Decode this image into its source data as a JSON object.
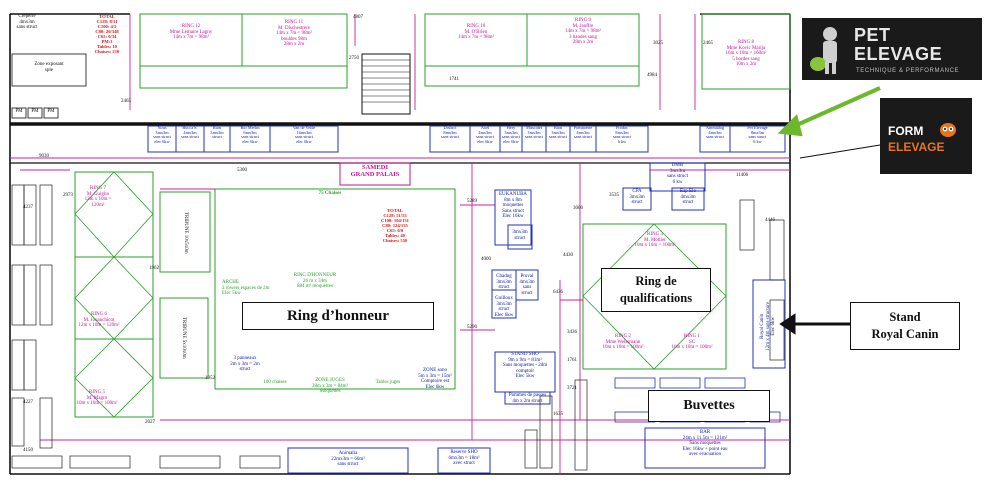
{
  "callouts": {
    "ring_honneur": "Ring d’honneur",
    "ring_qualifications": "Ring de\nqualifications",
    "buvettes": "Buvettes",
    "stand_royal_canin": "Stand\nRoyal Canin"
  },
  "logos": {
    "pet_elevage_main": "PET ELEVAGE",
    "pet_elevage_tagline": "TECHNIQUE & PERFORMANCE",
    "form_elevage_line1": "FORM",
    "form_elevage_line2": "ELEVAGE"
  },
  "plan": {
    "samedi": "SAMEDI\nGRAND PALAIS",
    "zone_exposant": "Zone exposant\nsple",
    "top_left_totals": "TOTAL\nC128: 8/11\nC100: 4/5\nC80: 20/348\nC65: 0/34\nPM:3\nTables: 10\nChaises: 210",
    "center_totals": "TOTAL\nC128: 51/53\nC100: 104/131\nC80: 124/155\nC65: 0/0\nTables: 40\nChaises: 550",
    "top_left_stand": "Créperie\n4mx3m\nsans struct",
    "ring12": "RING 12\nMme Lemaire Lagny\n14m x 7m = 98m²",
    "ring11": "RING 11\nM. Dischestrere\n14m x 7m = 98m²\nbouldes 98m\n28m x 2m",
    "ring10": "RING 10\nM. O'Brien\n14m x 7m = 98m²",
    "ring9": "RING 9\nM. Jauffre\n14m x 7m = 98m²\n3 bandes sang\n28m x 2m",
    "ring8": "RING 8\nMme Kovic Marija\n16m x 10m = 160m²\n5 bordes sang\n10m x 2m",
    "ring7": "RING 7\nM. Guiglio\n12m x 10m = 120m²",
    "ring6": "RING 6\nM. Jouanchicot\n12m x 10m = 120m²",
    "ring5": "RING 5\nM. Magro\n10m x 10m = 100m²",
    "ring3": "RING 3\nM. Mottier\n10m x 10m = 100m²",
    "ring2": "RING 2\nMme Weissmann\n10m x 10m = 100m²",
    "ring1": "RING 1\nSC\n10m x 10m = 100m²",
    "ring_dhonneur_label": "RING D'HONNEUR\n26 m x 34m\n884 m² moquettes",
    "seventy_five_chaises": "75 Chaises",
    "arche": "ARCHE\n2 rowers espaces de 2m\nElec 5kw",
    "panneaux": "3 panneaux\n2m x 3m = 2m\nstruct",
    "zone_juges": "ZONE JUGES\n28m x 3m = 84m²\nMoquettes",
    "tables_juges": "Tables juges",
    "zone_sono": "ZONE sono\n5m x 3m = 15m²\nComptoire est\nElec 6kw",
    "cent_chaises": "100 chaises",
    "tribune1": "TRIBUNE 10x5x0m",
    "tribune2": "TRIBUNE 5x10x0m",
    "eukanuba": "EUKANUBA\n8m x 8m\nmoquettes\nSans struct\nElec 16kw",
    "stand_3x3": "3mx3m\nstruct",
    "chadog": "Chadog\n3mx3m\nstruct",
    "proval": "Proval\n4mx3m\nsans\nstruct",
    "guilloux": "Guilloux\n3mx3m\nstruct\nElec 6kw",
    "stand_sho": "STAND SHO\n9m x 9m = 81m²\nSans moquettes - 2dm\ncomptoir\nElec 5kw",
    "pommes": "Pommes de passes\n4m x 2m struct",
    "dmb": "DMB\n3mx3m\nsans struct\n6 kw",
    "cpa": "CPA\n3mx3m\nstruct",
    "eap_elo": "Eap Elo\n4mx3m\nstruct",
    "royal_canin_vertical": "Royal Canin\n12m x 4m sans structure\nElec 6kw",
    "bar": "BAR\n24m x 11.5m = 121m²\nSans moquettes\nElec 16kw + point eau\navec evacuation",
    "animalia": "Animalia\n22mx3m = 66m²\nsans struct",
    "reserve": "Reserve SHO\n6mx3m = 18m²\navec struct",
    "row_stands": [
      "Nous",
      "Bucca S.",
      "Rion",
      "Bio Merlin",
      "Van de Velde",
      "District",
      "Axel",
      "Hery",
      "Muscidet",
      "Bion",
      "Pomnoerie",
      "Prodac",
      "Animadog",
      "Pet Elevage"
    ],
    "row_details": [
      "3mx3m\nsans struct\nelec 6kw",
      "4mx3m\nsans struct",
      "3mx3m\nstruct",
      "6mx3m\nsans struct\nelec 6kw",
      "14mx3m\nsans struct\nelec 6kw",
      "8mx3m\nsans struct",
      "4mx3m\nsans struct\nelec 6kw",
      "3mx3m\nsans struct\nelec 6kw",
      "3mx3m\nsans struct",
      "3mx3m\nsans struct",
      "4mx3m\nsans struct",
      "8mx3m\nsans struct\n6 kw",
      "4mx3m\nsans struct",
      "8mx3m\nsans struct\n6 kw"
    ],
    "pm_labels": [
      "PM",
      "PM",
      "PM"
    ],
    "dims": [
      "9030",
      "5290",
      "5289",
      "4000",
      "6436",
      "3436",
      "4430",
      "3535",
      "11406",
      "5300",
      "2750",
      "4807",
      "3025",
      "2465",
      "4984",
      "1952",
      "1962",
      "4237",
      "4150",
      "2973",
      "2027",
      "1741",
      "1761",
      "3721",
      "1635",
      "4446",
      "2465",
      "4227",
      "3000"
    ]
  }
}
